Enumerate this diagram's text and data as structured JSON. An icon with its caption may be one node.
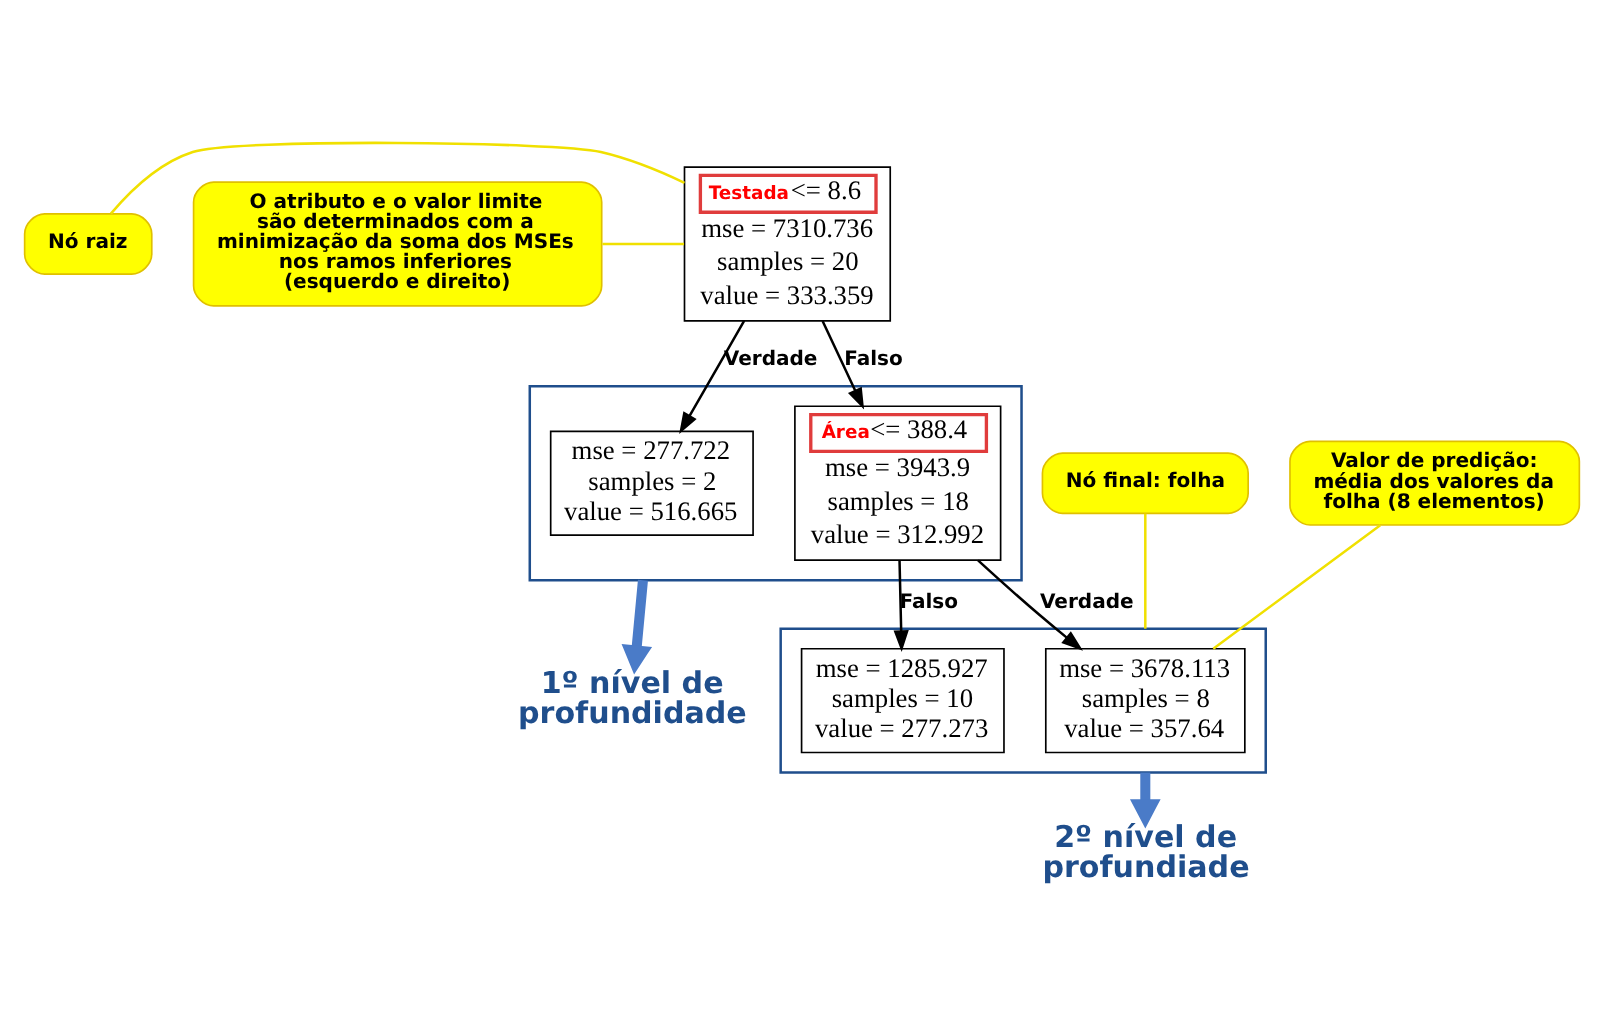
{
  "diagram": {
    "nodes": [
      {
        "text": [
          "Testada",
          "<= 8.6",
          "mse = 7310.736",
          "samples = 20",
          "value = 333.359"
        ]
      },
      {
        "text": [],
        "shape": "box"
      },
      {
        "text": [
          "mse = 277.722",
          "samples = 2",
          "value = 516.665"
        ],
        "in": 1
      },
      {
        "text": [
          "Área",
          "<= 388.4",
          "mse = 3943.9",
          "samples = 18",
          "value = 312.992"
        ],
        "in": 1
      },
      {
        "text": [],
        "shape": "box"
      },
      {
        "text": [
          "mse = 3678.113",
          "samples = 8",
          "value = 357.64"
        ],
        "in": 4
      },
      {
        "text": [
          "mse = 1285.927",
          "samples = 10",
          "value = 277.273"
        ],
        "in": 4
      },
      {
        "text": [
          "1º nível de profundidade"
        ]
      },
      {
        "text": [
          "2º nível de profundiade"
        ]
      },
      {
        "text": [
          "Nó raiz"
        ]
      },
      {
        "text": [
          "O atributo e o valor limite são determinados com a minimização da soma dos MSEs nos ramos inferiores (esquerdo e direito)"
        ]
      },
      {
        "text": [
          "Nó final: folha"
        ]
      },
      {
        "text": [
          "Valor de predição: média dos valores da folha (8 elementos)"
        ]
      }
    ],
    "edges": [
      {
        "from": 0,
        "to": 2,
        "arrow": "to",
        "label": "Verdade"
      },
      {
        "from": 0,
        "to": 3,
        "arrow": "to",
        "label": "Falso"
      },
      {
        "from": 3,
        "to": 5,
        "arrow": "to",
        "label": "Verdade"
      },
      {
        "from": 3,
        "to": 6,
        "arrow": "to",
        "label": "Falso"
      },
      {
        "from": 1,
        "to": 7,
        "arrow": "to",
        "style": "thick",
        "color": "#4a7bc8"
      },
      {
        "from": 4,
        "to": 8,
        "arrow": "to",
        "style": "thick",
        "color": "#4a7bc8"
      },
      {
        "from": 9,
        "to": 0,
        "arrow": "none",
        "color": "#f0e000"
      },
      {
        "from": 10,
        "to": 0,
        "arrow": "none",
        "color": "#f0e000"
      },
      {
        "from": 11,
        "to": 4,
        "arrow": "none",
        "color": "#f0e000"
      },
      {
        "from": 12,
        "to": 5,
        "arrow": "none",
        "color": "#f0e000"
      }
    ]
  }
}
